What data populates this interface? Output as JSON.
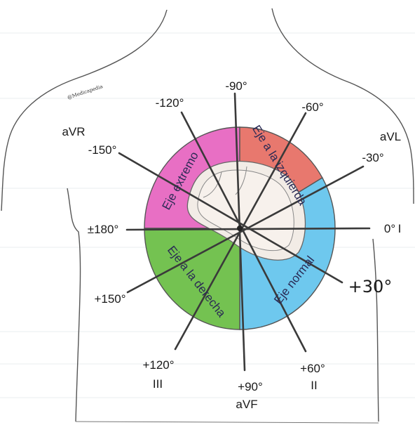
{
  "diagram": {
    "watermark": "@Medicapedia",
    "leads": [
      {
        "angle": "-90°",
        "lead": ""
      },
      {
        "angle": "-60°",
        "lead": ""
      },
      {
        "angle": "-30°",
        "lead": "aVL"
      },
      {
        "angle": "0°",
        "lead": "I"
      },
      {
        "angle": "+60°",
        "lead": "II"
      },
      {
        "angle": "+90°",
        "lead": "aVF"
      },
      {
        "angle": "+120°",
        "lead": "III"
      },
      {
        "angle": "+150°",
        "lead": ""
      },
      {
        "angle": "±180°",
        "lead": ""
      },
      {
        "angle": "-150°",
        "lead": "aVR"
      },
      {
        "angle": "-120°",
        "lead": ""
      }
    ],
    "handwritten": "+30°",
    "sectors": {
      "extreme": "Eje extremo",
      "left": "Eje a la izquierda",
      "normal": "Eje normal",
      "right": "Eje a la derecha"
    },
    "colors": {
      "extreme": "#e86fc4",
      "left": "#e8786e",
      "normal": "#6ec8ee",
      "right": "#74c251"
    }
  }
}
